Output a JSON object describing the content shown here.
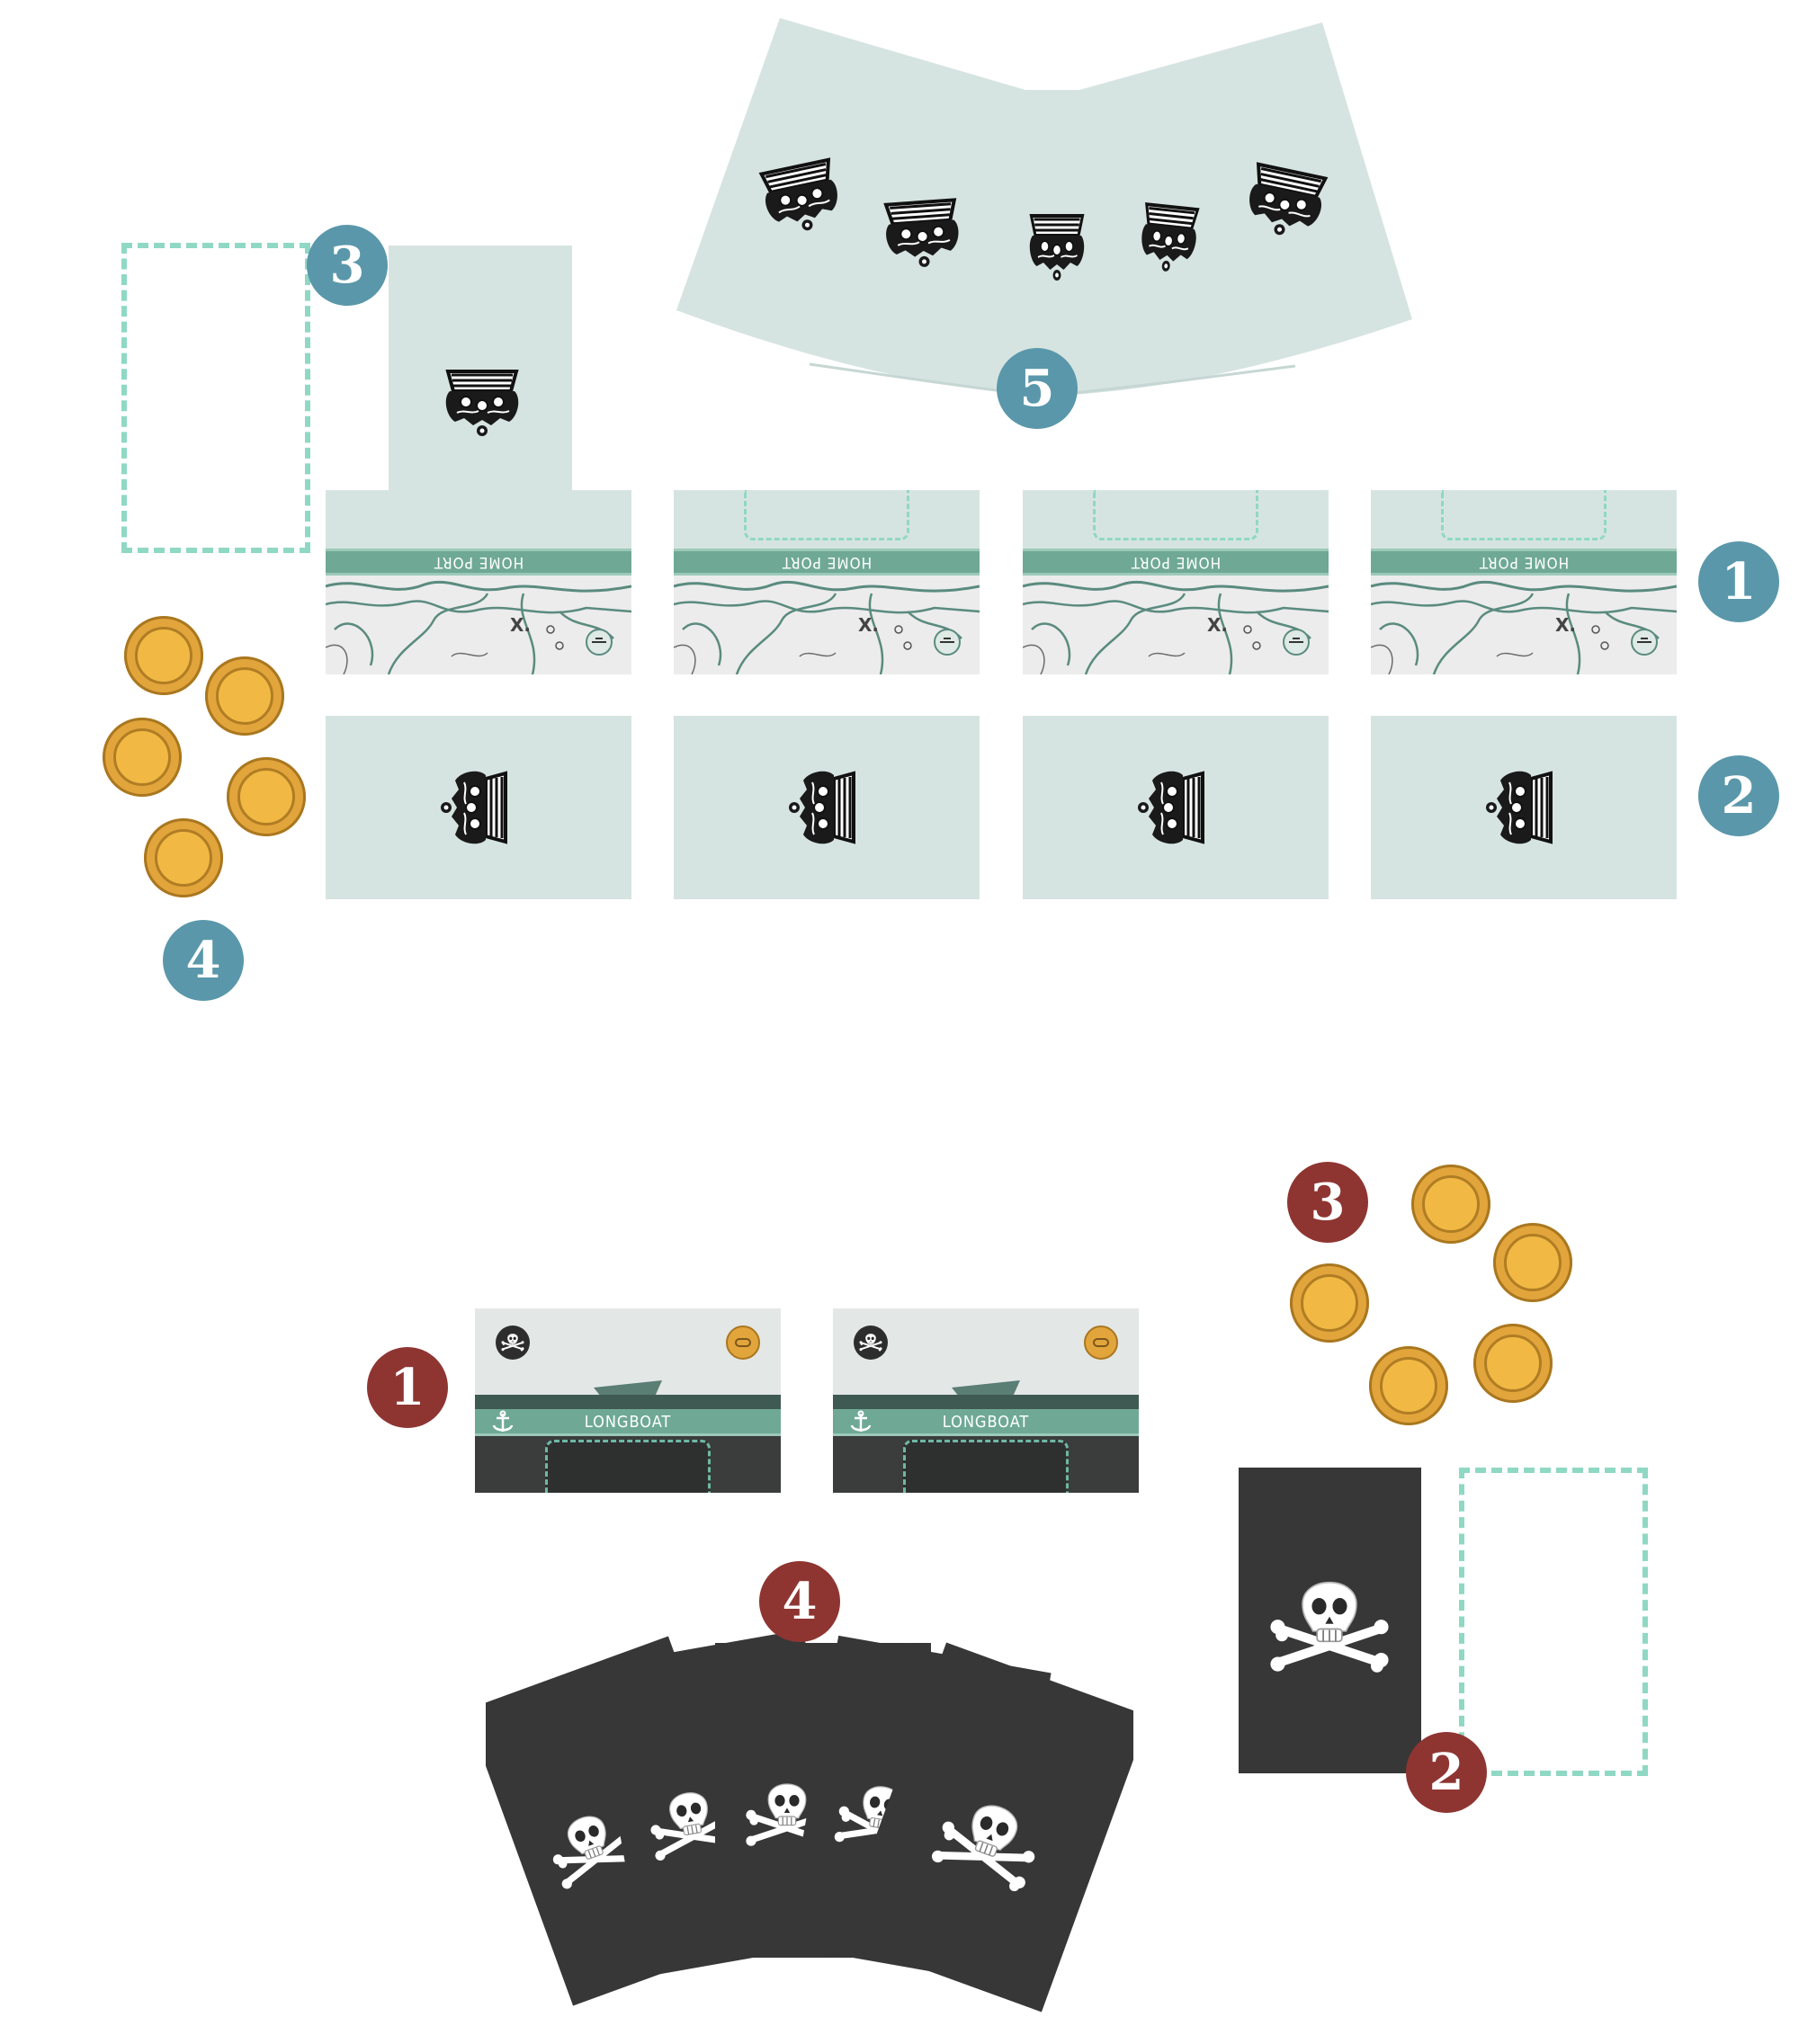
{
  "markers": {
    "blue": [
      "1",
      "2",
      "3",
      "4",
      "5"
    ],
    "red": [
      "1",
      "2",
      "3",
      "4"
    ]
  },
  "cards": {
    "port_label": "HOME PORT",
    "boat_label": "LONGBOAT"
  },
  "colors": {
    "blue_marker": "#5a97aa",
    "red_marker": "#8e3532",
    "card_pale": "#d6e4e1",
    "card_band": "#6fa996",
    "card_dark": "#373737",
    "coin": "#e2a53c",
    "slot_dashed": "#8fd8c4"
  },
  "icons": {
    "crown": "crown-icon",
    "skull": "skull-crossbones-icon",
    "anchor": "anchor-icon",
    "coin": "coin-icon",
    "map": "treasure-map-icon"
  }
}
